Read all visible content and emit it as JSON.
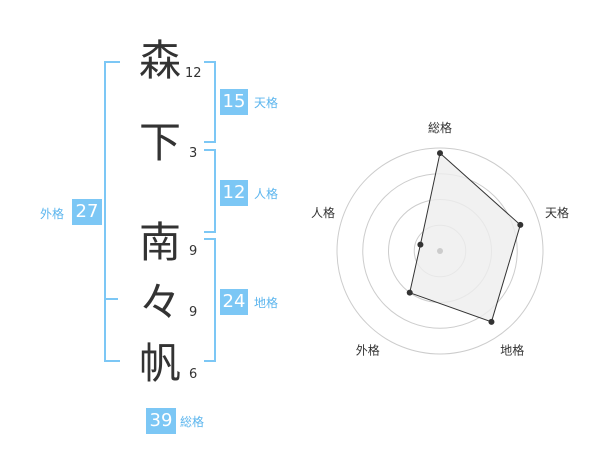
{
  "name": {
    "chars": [
      {
        "char": "森",
        "strokes": "12"
      },
      {
        "char": "下",
        "strokes": "3"
      },
      {
        "char": "南",
        "strokes": "9"
      },
      {
        "char": "々",
        "strokes": "9"
      },
      {
        "char": "帆",
        "strokes": "6"
      }
    ]
  },
  "fortunes": {
    "tenkaku": {
      "value": "15",
      "label": "天格"
    },
    "jinkaku": {
      "value": "12",
      "label": "人格"
    },
    "chikaku": {
      "value": "24",
      "label": "地格"
    },
    "gaikaku": {
      "value": "27",
      "label": "外格"
    },
    "soukaku": {
      "value": "39",
      "label": "総格"
    }
  },
  "colors": {
    "accent": "#7cc7f5",
    "accent_text": "#5bb5ee",
    "text": "#333333",
    "grid": "#cccccc",
    "fill": "#eeeeee"
  },
  "chart_data": {
    "type": "radar",
    "axes": [
      "総格",
      "天格",
      "地格",
      "外格",
      "人格"
    ],
    "values": [
      0.95,
      0.82,
      0.85,
      0.5,
      0.2
    ],
    "rings": 4
  }
}
